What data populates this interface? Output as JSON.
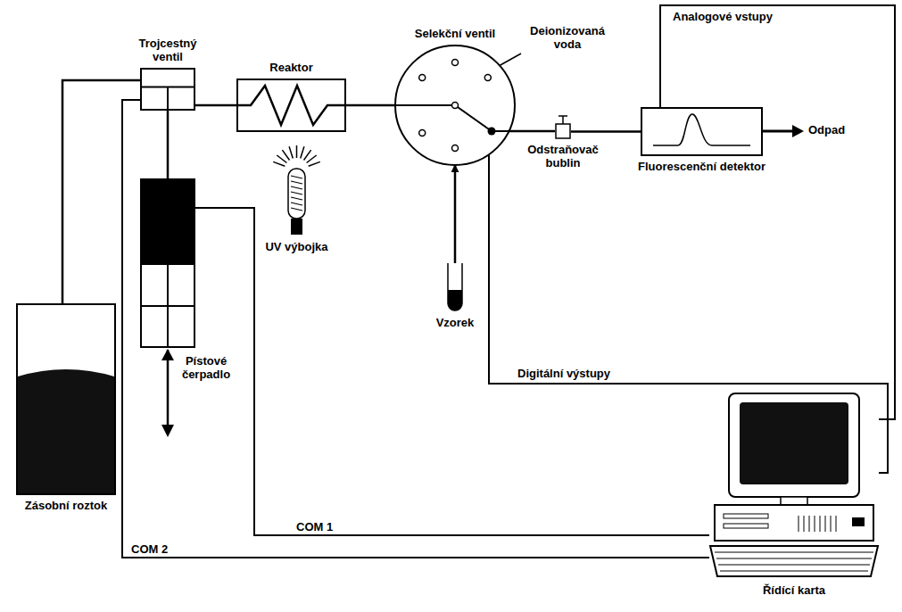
{
  "diagram": {
    "nodes": [
      {
        "text": [
          "Trojcestný ventil"
        ]
      },
      {
        "text": [
          "Reaktor"
        ]
      },
      {
        "text": [
          "Selekční ventil"
        ]
      },
      {
        "text": [
          "Fluorescenční detektor"
        ]
      },
      {
        "text": [
          "UV výbojka"
        ]
      },
      {
        "text": [
          "Odstraňovač bublin"
        ]
      },
      {
        "text": [
          "Vzorek"
        ]
      },
      {
        "text": [
          "Pístové čerpadlo"
        ]
      },
      {
        "text": [
          "Zásobní roztok"
        ]
      },
      {
        "text": [
          "Řídící karta"
        ]
      }
    ],
    "edges": [
      {
        "from": 8,
        "to": 0,
        "arrow": "none"
      },
      {
        "from": 0,
        "to": 1,
        "arrow": "none"
      },
      {
        "from": 1,
        "to": 2,
        "arrow": "none"
      },
      {
        "from": 2,
        "to": 5,
        "arrow": "none"
      },
      {
        "from": 5,
        "to": 3,
        "arrow": "none"
      },
      {
        "from": 6,
        "to": 2,
        "arrow": "to"
      },
      {
        "from": 7,
        "to": 0,
        "arrow": "none"
      },
      {
        "from": 3,
        "to": 9,
        "label": "Analogové vstupy",
        "arrow": "none"
      },
      {
        "from": 2,
        "to": 9,
        "label": "Digitální výstupy",
        "arrow": "none"
      },
      {
        "from": 7,
        "to": 9,
        "label": "COM 1",
        "arrow": "none"
      },
      {
        "from": 0,
        "to": 9,
        "label": "COM 2",
        "arrow": "none"
      }
    ],
    "labels": [
      "Deionizovaná voda",
      "Odpad"
    ]
  }
}
